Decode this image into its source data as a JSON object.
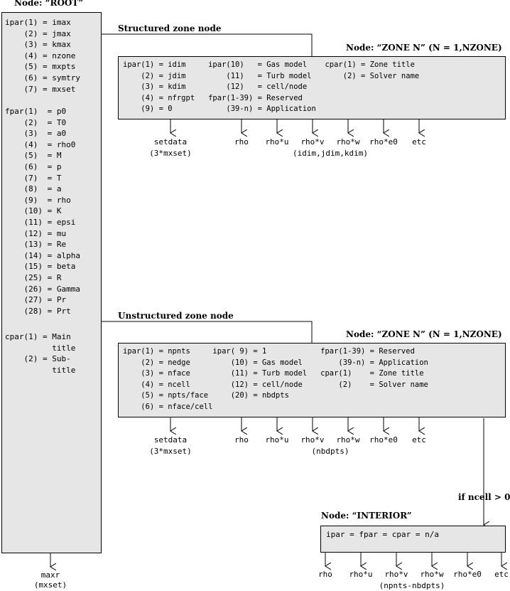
{
  "root": {
    "title": "Node: “ROOT”",
    "ipar": [
      "ipar(1) = imax",
      "    (2) = jmax",
      "    (3) = kmax",
      "    (4) = nzone",
      "    (5) = mxpts",
      "    (6) = symtry",
      "    (7) = mxset"
    ],
    "fpar": [
      "fpar(1)  = p0",
      "    (2)  = T0",
      "    (3)  = a0",
      "    (4)  = rho0",
      "    (5)  = M",
      "    (6)  = p",
      "    (7)  = T",
      "    (8)  = a",
      "    (9)  = rho",
      "    (10) = K",
      "    (11) = epsi",
      "    (12) = mu",
      "    (13) = Re",
      "    (14) = alpha",
      "    (15) = beta",
      "    (25) = R",
      "    (26) = Gamma",
      "    (27) = Pr",
      "    (28) = Prt"
    ],
    "cpar": [
      "cpar(1) = Main",
      "          title",
      "    (2) = Sub-",
      "          title"
    ],
    "child": {
      "line1": "maxr",
      "line2": "(mxset)"
    }
  },
  "structured": {
    "branch_label": "Structured zone node",
    "title": "Node: “ZONE N” (N = 1,NZONE)",
    "lines": [
      "ipar(1) = idim     ipar(10)   = Gas model    cpar(1) = Zone title",
      "    (2) = jdim         (11)   = Turb model       (2) = Solver name",
      "    (3) = kdim         (12)   = cell/node",
      "    (4) = nfrgpt   fpar(1-39) = Reserved",
      "    (9) = 0            (39-n) = Application"
    ],
    "children": [
      "setdata",
      "rho",
      "rho*u",
      "rho*v",
      "rho*w",
      "rho*e0",
      "etc"
    ],
    "setdata_note": "(3*mxset)",
    "dims_note": "(idim,jdim,kdim)"
  },
  "unstructured": {
    "branch_label": "Unstructured zone node",
    "title": "Node: “ZONE N” (N = 1,NZONE)",
    "lines": [
      "ipar(1) = npnts     ipar( 9) = 1            fpar(1-39) = Reserved",
      "    (2) = nedge         (10) = Gas model        (39-n) = Application",
      "    (3) = nface         (11) = Turb model   cpar(1)    = Zone title",
      "    (4) = ncell         (12) = cell/node        (2)    = Solver name",
      "    (5) = npts/face     (20) = nbdpts",
      "    (6) = nface/cell"
    ],
    "children": [
      "setdata",
      "rho",
      "rho*u",
      "rho*v",
      "rho*w",
      "rho*e0",
      "etc"
    ],
    "setdata_note": "(3*mxset)",
    "dims_note": "(nbdpts)",
    "condition": "if ncell > 0"
  },
  "interior": {
    "title": "Node: “INTERIOR”",
    "line": "ipar = fpar = cpar = n/a",
    "children": [
      "rho",
      "rho*u",
      "rho*v",
      "rho*w",
      "rho*e0",
      "etc"
    ],
    "dims_note": "(npnts-nbdpts)"
  }
}
